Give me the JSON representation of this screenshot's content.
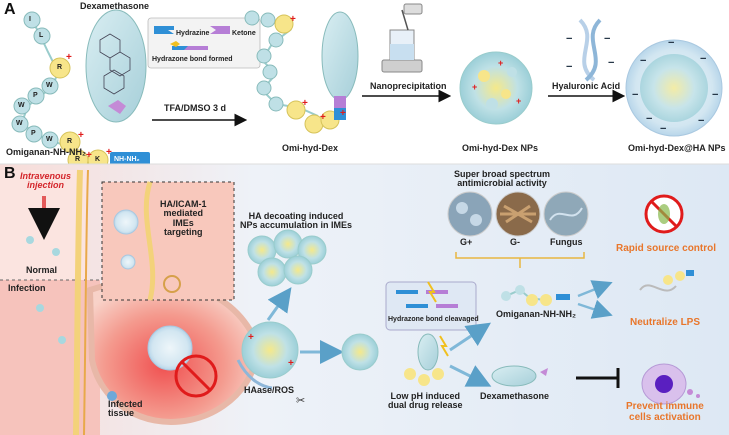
{
  "panel_a": {
    "label": "A",
    "peptide_residues": [
      "I",
      "L",
      "R",
      "W",
      "P",
      "W",
      "W",
      "P",
      "W",
      "R",
      "R",
      "K"
    ],
    "dexamethasone_label": "Dexamethasone",
    "linker": "NH-NH₂",
    "omiganan_label": "Omiganan-NH-NH₂",
    "legend": {
      "hydrazine": "Hydrazine",
      "ketone": "Ketone",
      "hydrazone": "Hydrazone bond formed"
    },
    "reaction_condition": "TFA/DMSO  3 d",
    "conjugate_label": "Omi-hyd-Dex",
    "step2": "Nanoprecipitation",
    "nps_label": "Omi-hyd-Dex NPs",
    "step3": "Hyaluronic Acid",
    "ha_nps_label": "Omi-hyd-Dex@HA NPs"
  },
  "panel_b": {
    "label": "B",
    "iv_injection": "Intravenous\ninjection",
    "normal": "Normal",
    "infection": "Infection",
    "ime_targeting": "HA/ICAM-1\nmediated\nIMEs\ntargeting",
    "infected_tissue": "Infected\ntissue",
    "ha_decoating": "HA decoating induced\nNPs accumulation in IMEs",
    "haase": "HAase/ROS",
    "hydrazone_cleaved": "Hydrazone bond cleavaged",
    "low_ph": "Low pH induced\ndual drug release",
    "antimicrobial": "Super broad spectrum\nantimicrobial activity",
    "pathogens": [
      "G+",
      "G-",
      "Fungus"
    ],
    "omiganan": "Omiganan-NH-NH₂",
    "dexamethasone": "Dexamethasone",
    "outcomes": [
      "Rapid source control",
      "Neutralize LPS",
      "Prevent immune\ncells activation"
    ]
  },
  "colors": {
    "accent_orange": "#e8762b",
    "bead_blue": "#a8d8df",
    "bead_yellow": "#f7e58a",
    "vessel_red": "#e35a5a",
    "arrow_blue": "#7fb8d8"
  }
}
